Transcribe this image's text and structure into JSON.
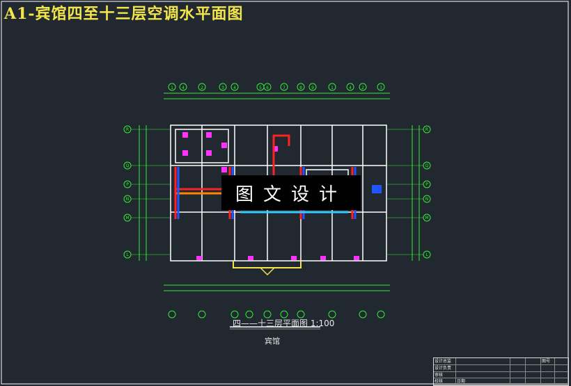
{
  "title": "A1-宾馆四至十三层空调水平面图",
  "banner": "图文设计",
  "plan_title": "四——十三层平面图  1:100",
  "plan_subtitle": "宾馆",
  "grid_top": [
    "1",
    "4",
    "2",
    "3",
    "4",
    "5",
    "6",
    "7",
    "8",
    "9"
  ],
  "grid_side": [
    "R",
    "Q",
    "P",
    "N",
    "M",
    "L"
  ],
  "title_block": {
    "r1": [
      "设计总监",
      "",
      "",
      "",
      "图号",
      ""
    ],
    "r2": [
      "设计负责",
      "",
      "",
      "",
      "",
      ""
    ],
    "r3": [
      "审核",
      "",
      "",
      "",
      "",
      ""
    ],
    "r4": [
      "校核",
      "日期",
      "",
      "",
      "",
      ""
    ]
  },
  "colors": {
    "background": "#212830",
    "frame": "#ffffff",
    "wall": "#ffffff",
    "supply_pipe": "#ff2222",
    "return_pipe": "#2255ff",
    "equipment": "#ff33ff",
    "axis": "#33ee33",
    "title": "#f4e64a"
  }
}
